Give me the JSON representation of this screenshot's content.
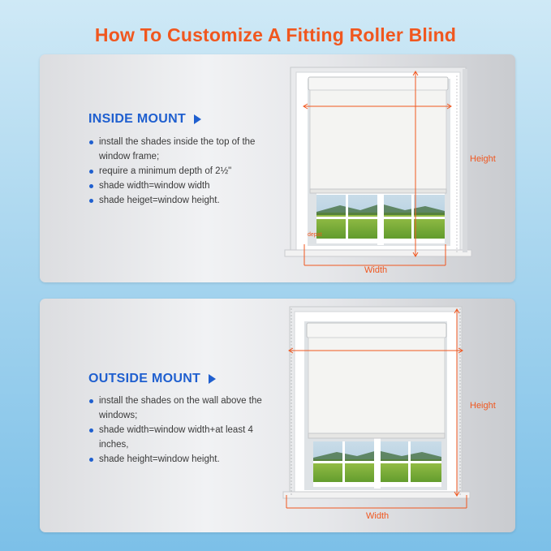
{
  "title": "How To Customize A Fitting Roller Blind",
  "inside": {
    "heading": "INSIDE MOUNT",
    "bullets": [
      "install the shades inside the top of the window frame;",
      "require a minimum depth of 2½\"",
      "shade width=window width",
      "shade heiget=window height."
    ],
    "height_label": "Height",
    "width_label": "Width",
    "depth_label": "depat"
  },
  "outside": {
    "heading": "OUTSIDE MOUNT",
    "bullets": [
      "install the shades on the wall above the windows;",
      "shade width=window width+at least 4 inches,",
      "shade height=window height."
    ],
    "height_label": "Height",
    "width_label": "Width"
  },
  "colors": {
    "accent_orange": "#f0571f",
    "heading_blue": "#1f5fcf",
    "shade_white": "#f4f4f2",
    "grass_green": "#7fb23a",
    "sky_blue": "#a7c8dd"
  }
}
